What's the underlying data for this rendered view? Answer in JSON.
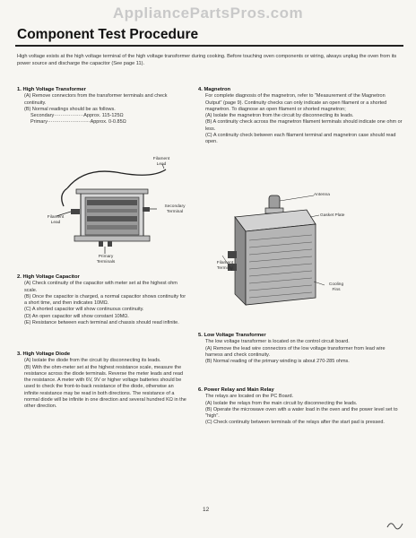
{
  "watermark": "AppliancePartsPros.com",
  "title": "Component Test Procedure",
  "intro": "High voltage exists at the high voltage terminal of the high voltage transformer during cooking. Before touching oven components or wiring, always unplug the oven from its power source and discharge the capacitor (See page 11).",
  "s1": {
    "heading": "1. High Voltage Transformer",
    "a": "(A) Remove connectors from the transformer terminals and check continuity.",
    "b": "(B) Normal readings should be as follows.",
    "secondary": "Secondary··················Approx. 115-125Ω",
    "primary": "Primary··························Approx. 0-0.85Ω"
  },
  "fig1": {
    "filament_lead_1": "Filament",
    "filament_lead_2": "Lead",
    "secondary_1": "Secondary",
    "secondary_2": "Terminal",
    "filament_left_1": "Filament",
    "filament_left_2": "Lead",
    "primary_1": "Primary",
    "primary_2": "Terminals"
  },
  "s2": {
    "heading": "2. High Voltage Capacitor",
    "a": "(A) Check continuity of the capacitor with meter set at the highest ohm scale.",
    "b": "(B) Once the capacitor is charged, a normal capacitor shows continuity for a short time, and then indicates 10MΩ.",
    "c": "(C) A shorted capacitor will show continuous continuity.",
    "d": "(D) An open capacitor will show constant 10MΩ.",
    "e": "(E) Resistance between each terminal and chassis should read infinite."
  },
  "s3": {
    "heading": "3. High Voltage Diode",
    "a": "(A) Isolate the diode from the circuit by disconnecting its leads.",
    "b": "(B) With the ohm-meter set at the highest resistance scale, measure the resistance across the diode terminals. Reverse the meter leads and read the resistance. A meter with 6V, 9V or higher voltage batteries should be used to check the front-to-back resistance of the diode, otherwise an infinite resistance may be read in both directions. The resistance of a normal diode will be infinite in one direction and several hundred KΩ in the other direction."
  },
  "s4": {
    "heading": "4. Magnetron",
    "intro": "For complete diagnosis of the magnetron, refer to \"Measurement of the Magnetron Output\" (page 9). Continuity checks can only indicate an open filament or a shorted magnetron. To diagnose an open filament or shorted magnetron;",
    "a": "(A) Isolate the magnetron from the circuit by disconnecting its leads.",
    "b": "(B) A continuity check across the magnetron filament terminals should indicate one ohm or less.",
    "c": "(C) A continuity check between each filament terminal and magnetron case should read open."
  },
  "fig2": {
    "antenna": "Antenna",
    "gasket": "Gasket Plate",
    "filament_1": "Filament",
    "filament_2": "Terminal",
    "cooling_1": "Cooling",
    "cooling_2": "Fins"
  },
  "s5": {
    "heading": "5. Low Voltage Transformer",
    "intro": "The low voltage transformer is located on the control circuit board.",
    "a": "(A) Remove the lead wire connectors of the low voltage transformer from lead wire harness and check continuity.",
    "b": "(B) Normal reading of the primary winding is about 270-285 ohms."
  },
  "s6": {
    "heading": "6. Power Relay and Main Relay",
    "intro": "The relays are located on the PC Board.",
    "a": "(A) Isolate the relays from the main circuit by disconnecting the leads.",
    "b": "(B) Operate the microwave oven with a water load in the oven and the power level set to \"high\".",
    "c": "(C) Check continuity between terminals of the relays after the start pad is pressed."
  },
  "page_number": "12"
}
